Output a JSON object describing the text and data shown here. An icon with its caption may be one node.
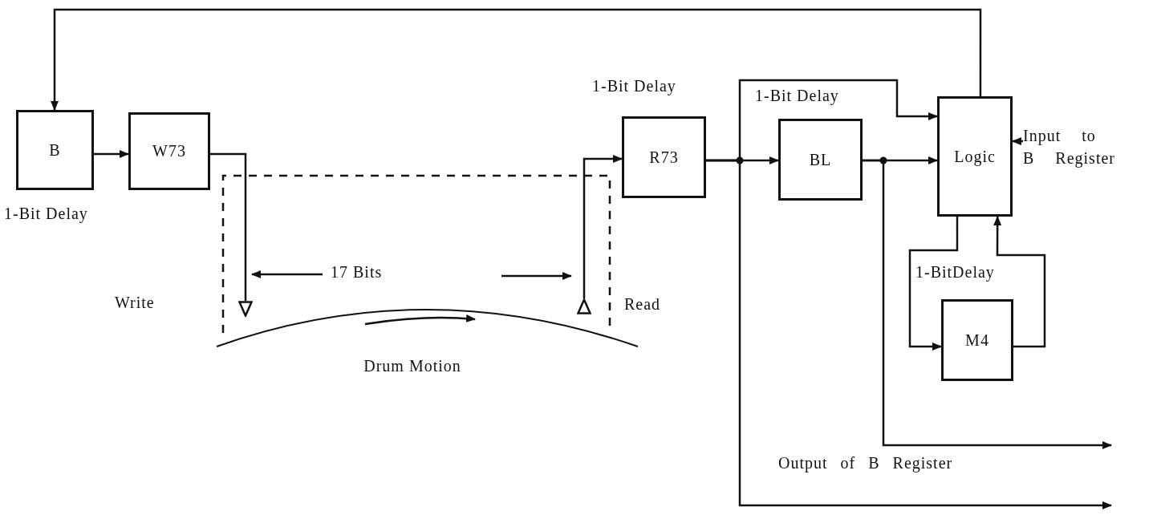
{
  "diagram": {
    "nodes": [
      {
        "text": [
          "B"
        ],
        "beside": [
          "1-Bit Delay"
        ]
      },
      {
        "text": [
          "W73"
        ]
      },
      {
        "text": [],
        "shape": "triangle"
      },
      {
        "text": [],
        "shape": "triangle"
      },
      {
        "text": [
          "R73"
        ],
        "beside": [
          "1-Bit Delay"
        ]
      },
      {
        "text": [
          "BL"
        ],
        "beside": [
          "1-Bit Delay"
        ]
      },
      {
        "text": [
          "Logic"
        ]
      },
      {
        "text": [
          "M4"
        ],
        "beside": [
          "1-BitDelay"
        ]
      },
      {
        "text": [
          "Input to B Register"
        ]
      }
    ],
    "edges": [
      {
        "from": 6,
        "to": 0,
        "arrow": "to"
      },
      {
        "from": 0,
        "to": 1,
        "arrow": "to"
      },
      {
        "from": 1,
        "to": 2,
        "arrow": "none"
      },
      {
        "from": 3,
        "to": 4,
        "arrow": "to"
      },
      {
        "from": 4,
        "to": 5,
        "arrow": "to"
      },
      {
        "from": 4,
        "to": 6,
        "arrow": "to"
      },
      {
        "from": 5,
        "to": 6,
        "arrow": "to"
      },
      {
        "from": 6,
        "to": 7,
        "arrow": "to"
      },
      {
        "from": 7,
        "to": 6,
        "arrow": "to"
      },
      {
        "from": 8,
        "to": 6,
        "arrow": "to"
      },
      {
        "from": 5,
        "to": null,
        "arrow": "to"
      },
      {
        "from": 4,
        "to": null,
        "arrow": "to"
      }
    ],
    "labels": [
      "17 Bits",
      "Write",
      "Read",
      "Drum Motion",
      "Output of B Register"
    ]
  }
}
